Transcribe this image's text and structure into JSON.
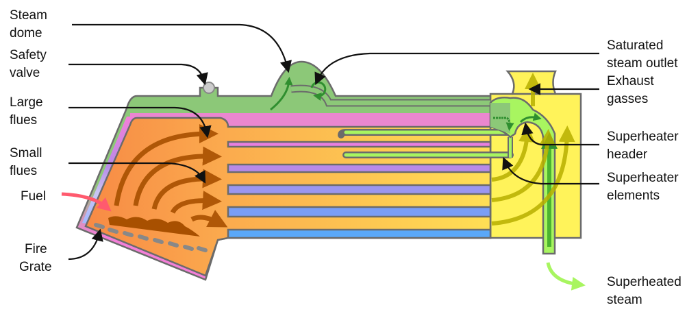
{
  "title": "Steam locomotive fire-tube boiler with superheater",
  "labels_left": [
    {
      "id": "steam-dome",
      "lines": [
        "Steam",
        "dome"
      ]
    },
    {
      "id": "safety-valve",
      "lines": [
        "Safety",
        "valve"
      ]
    },
    {
      "id": "large-flues",
      "lines": [
        "Large",
        "flues"
      ]
    },
    {
      "id": "small-flues",
      "lines": [
        "Small",
        "flues"
      ]
    },
    {
      "id": "fuel",
      "lines": [
        "Fuel"
      ]
    },
    {
      "id": "fire-grate",
      "lines": [
        "Fire",
        "Grate"
      ]
    }
  ],
  "labels_right": [
    {
      "id": "saturated-steam-outlet",
      "lines": [
        "Saturated",
        "steam outlet"
      ]
    },
    {
      "id": "exhaust-gasses",
      "lines": [
        "Exhaust",
        "gasses"
      ]
    },
    {
      "id": "superheater-header",
      "lines": [
        "Superheater",
        "header"
      ]
    },
    {
      "id": "superheater-elements",
      "lines": [
        "Superheater",
        "elements"
      ]
    },
    {
      "id": "superheated-steam",
      "lines": [
        "Superheated",
        "steam"
      ]
    }
  ],
  "colors": {
    "water": "#8cc878",
    "steam_band": "#f47fd8",
    "fire": "#f7944a",
    "gas": "#ffd54f",
    "smokebox": "#fff35a",
    "superheated": "#a8f560",
    "flue_arrow": "#a85000",
    "fuel_arrow": "#ff5a6e"
  }
}
